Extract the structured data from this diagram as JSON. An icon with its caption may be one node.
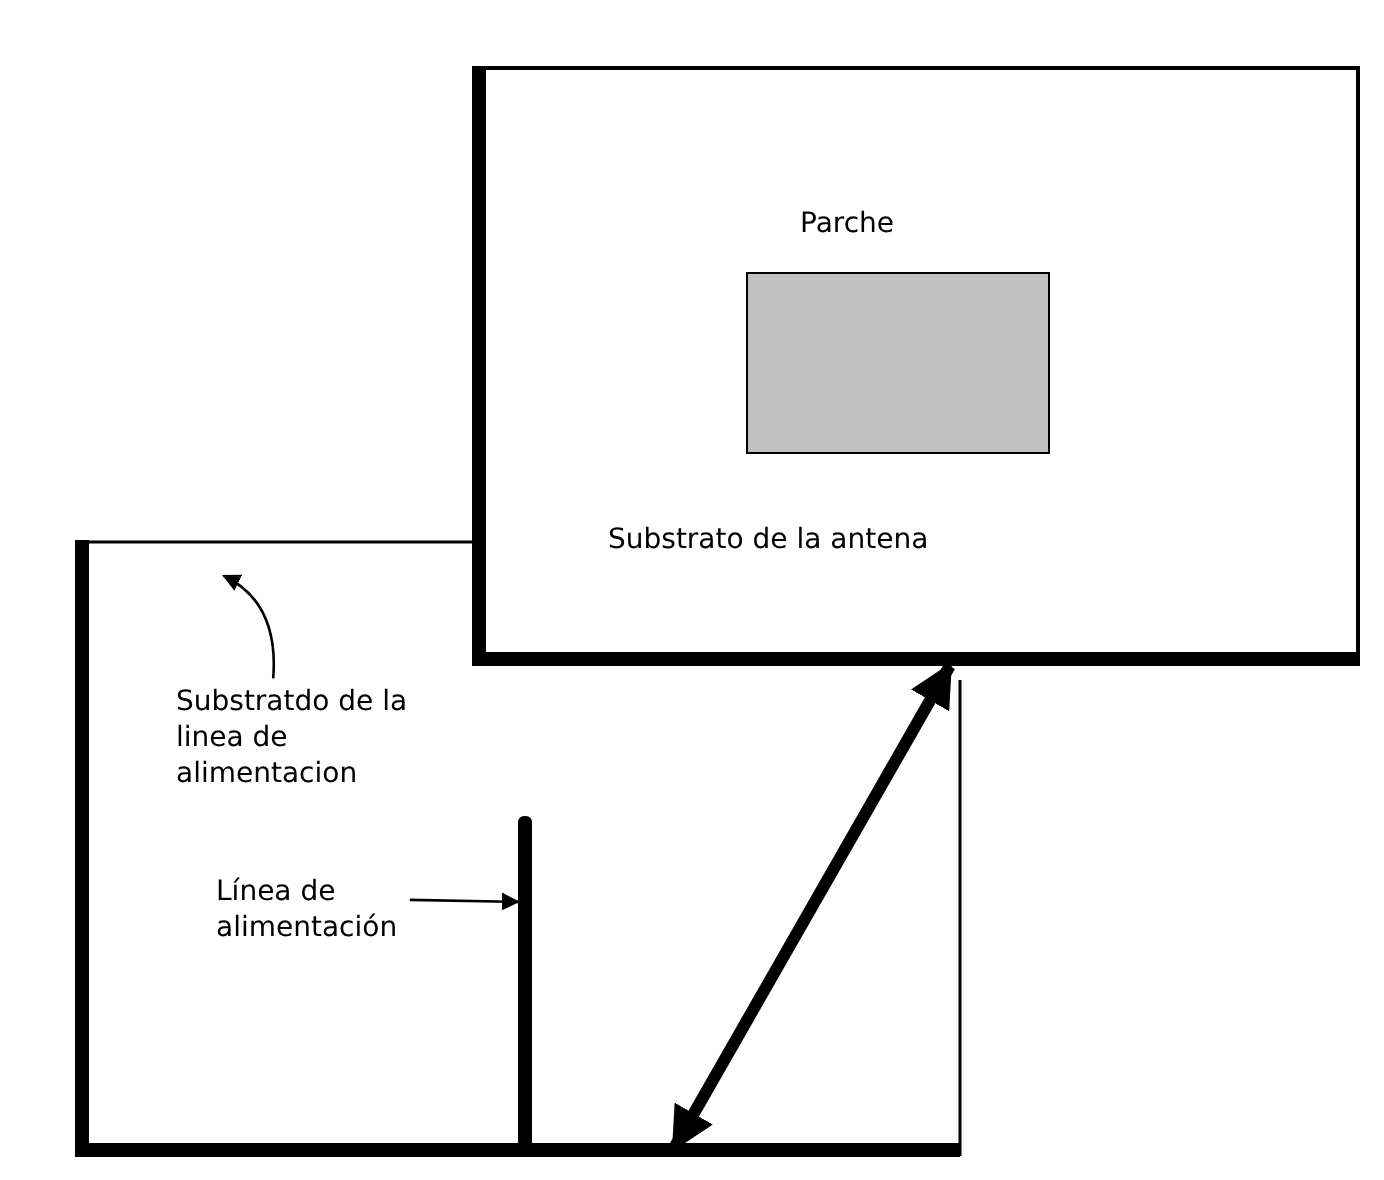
{
  "diagram": {
    "nodes": [
      {
        "text": [
          "Substrato de la antena"
        ]
      },
      {
        "text": [
          "Parche"
        ],
        "in": 0
      },
      {
        "text": [],
        "shape": "box"
      },
      {
        "text": [
          "Substratdo de la linea de alimentacion"
        ],
        "in": 2
      },
      {
        "text": [],
        "shape": "bar",
        "in": 2
      },
      {
        "text": [
          "Línea de alimentación"
        ],
        "in": 2
      }
    ],
    "edges": [
      {
        "from": 0,
        "to": 2,
        "arrow": "both",
        "style": "thick"
      },
      {
        "from": 3,
        "to": 2,
        "arrow": "to"
      },
      {
        "from": 5,
        "to": 4,
        "arrow": "to"
      }
    ]
  }
}
